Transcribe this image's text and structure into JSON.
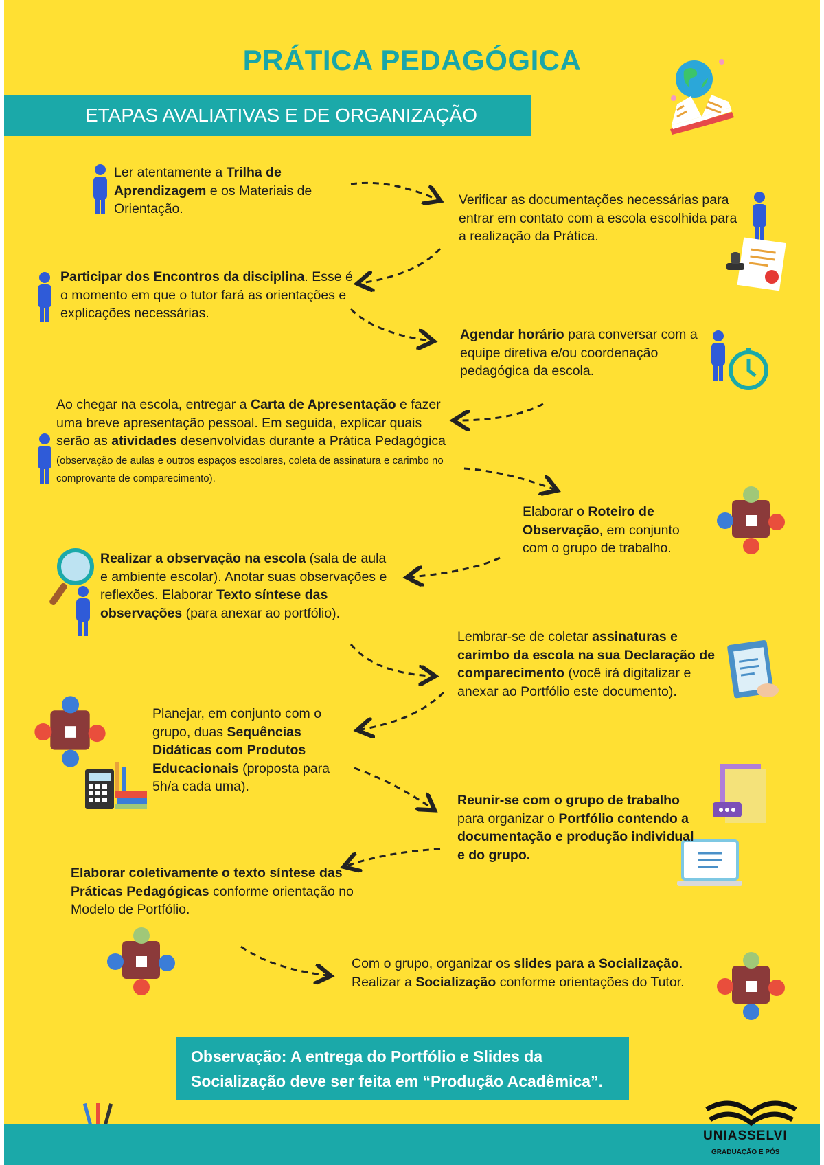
{
  "header": {
    "title": "PRÁTICA PEDAGÓGICA",
    "banner": "ETAPAS AVALIATIVAS E DE ORGANIZAÇÃO"
  },
  "steps": [
    {
      "a": "Ler atentamente a ",
      "b": "Trilha de Aprendizagem",
      "c": " e os Materiais de Orientação."
    },
    {
      "a": "Verificar as documentações necessárias para entrar em contato com a escola escolhida para a realização da Prática."
    },
    {
      "b": "Participar dos Encontros da disciplina",
      "c": ". Esse é o momento em que o tutor fará as orientações e explicações necessárias."
    },
    {
      "b": "Agendar horário",
      "c": " para conversar com a equipe diretiva e/ou coordenação pedagógica da escola."
    },
    {
      "a": "Ao chegar na escola, entregar a ",
      "b": "Carta de Apresentação",
      "c": " e fazer uma breve apresentação pessoal. Em seguida, explicar quais serão as ",
      "d": "atividades",
      "e": " desenvolvidas durante a Prática Pedagógica ",
      "f": "(observação de aulas e outros espaços escolares, coleta de assinatura e carimbo no comprovante de comparecimento)."
    },
    {
      "a": "Elaborar o ",
      "b": "Roteiro de Observação",
      "c": ", em conjunto com o grupo de trabalho."
    },
    {
      "b": "Realizar a observação na escola",
      "c": " (sala de aula e ambiente escolar). Anotar suas observações e reflexões. Elaborar ",
      "d": "Texto síntese das observações",
      "e": " (para anexar ao portfólio)."
    },
    {
      "a": "Lembrar-se de coletar ",
      "b": "assinaturas e carimbo da escola na sua Declaração de comparecimento",
      "c": " (você irá digitalizar e anexar ao Portfólio este documento)."
    },
    {
      "a": "Planejar, em conjunto com o grupo, duas ",
      "b": "Sequências Didáticas com Produtos Educacionais",
      "c": " (proposta para 5h/a cada uma)."
    },
    {
      "b": "Reunir-se com o grupo de trabalho",
      "c": " para organizar o ",
      "d": "Portfólio contendo a documentação e produção individual e do grupo."
    },
    {
      "b": "Elaborar coletivamente o texto síntese das Práticas Pedagógicas",
      "c": " conforme orientação no Modelo de Portfólio."
    },
    {
      "a": "Com o grupo, organizar os ",
      "b": "slides para a Socialização",
      "c": ". Realizar a ",
      "d": "Socialização",
      "e": " conforme orientações do Tutor."
    }
  ],
  "note": {
    "label": "Observação:",
    "text": " A entrega do Portfólio e Slides da Socialização deve ser feita em “Produção Acadêmica”."
  },
  "logo": {
    "name": "UNIASSELVI",
    "sub": "GRADUAÇÃO E PÓS"
  },
  "colors": {
    "background": "#FFE033",
    "teal": "#1BA9A9",
    "person": "#2F5BD8"
  },
  "icons": [
    "globe-icon",
    "book-icon",
    "person-icon",
    "certificate-stamp-icon",
    "clock-icon",
    "team-puzzle-icon",
    "magnifier-icon",
    "clipboard-icon",
    "calculator-icon",
    "books-icon",
    "files-icon",
    "laptop-icon",
    "pencil-cup-icon"
  ]
}
